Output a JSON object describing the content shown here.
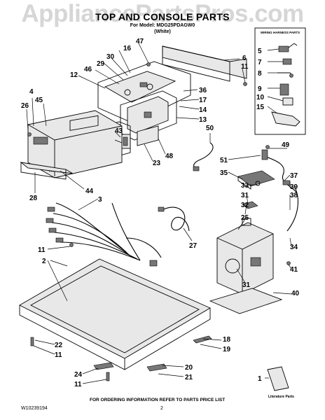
{
  "watermark": "AppliancePartsPros.com",
  "title": "TOP AND CONSOLE PARTS",
  "subtitle_model": "For Model: MDG25PDAGW0",
  "subtitle_color": "(White)",
  "harness_box_title": "WIRING HARNESS PARTS",
  "literature_label": "Literature Parts",
  "footer_doc_id": "W10239194",
  "footer_order_note": "FOR ORDERING INFORMATION REFER TO PARTS PRICE LIST",
  "footer_page": "2",
  "callouts": [
    "1",
    "2",
    "3",
    "4",
    "5",
    "6",
    "7",
    "8",
    "9",
    "10",
    "11",
    "12",
    "13",
    "14",
    "15",
    "16",
    "17",
    "18",
    "19",
    "20",
    "21",
    "22",
    "23",
    "24",
    "25",
    "26",
    "27",
    "28",
    "29",
    "30",
    "31",
    "32",
    "33",
    "34",
    "35",
    "36",
    "37",
    "38",
    "39",
    "40",
    "41",
    "43",
    "44",
    "45",
    "46",
    "47",
    "48",
    "49",
    "50",
    "51"
  ]
}
